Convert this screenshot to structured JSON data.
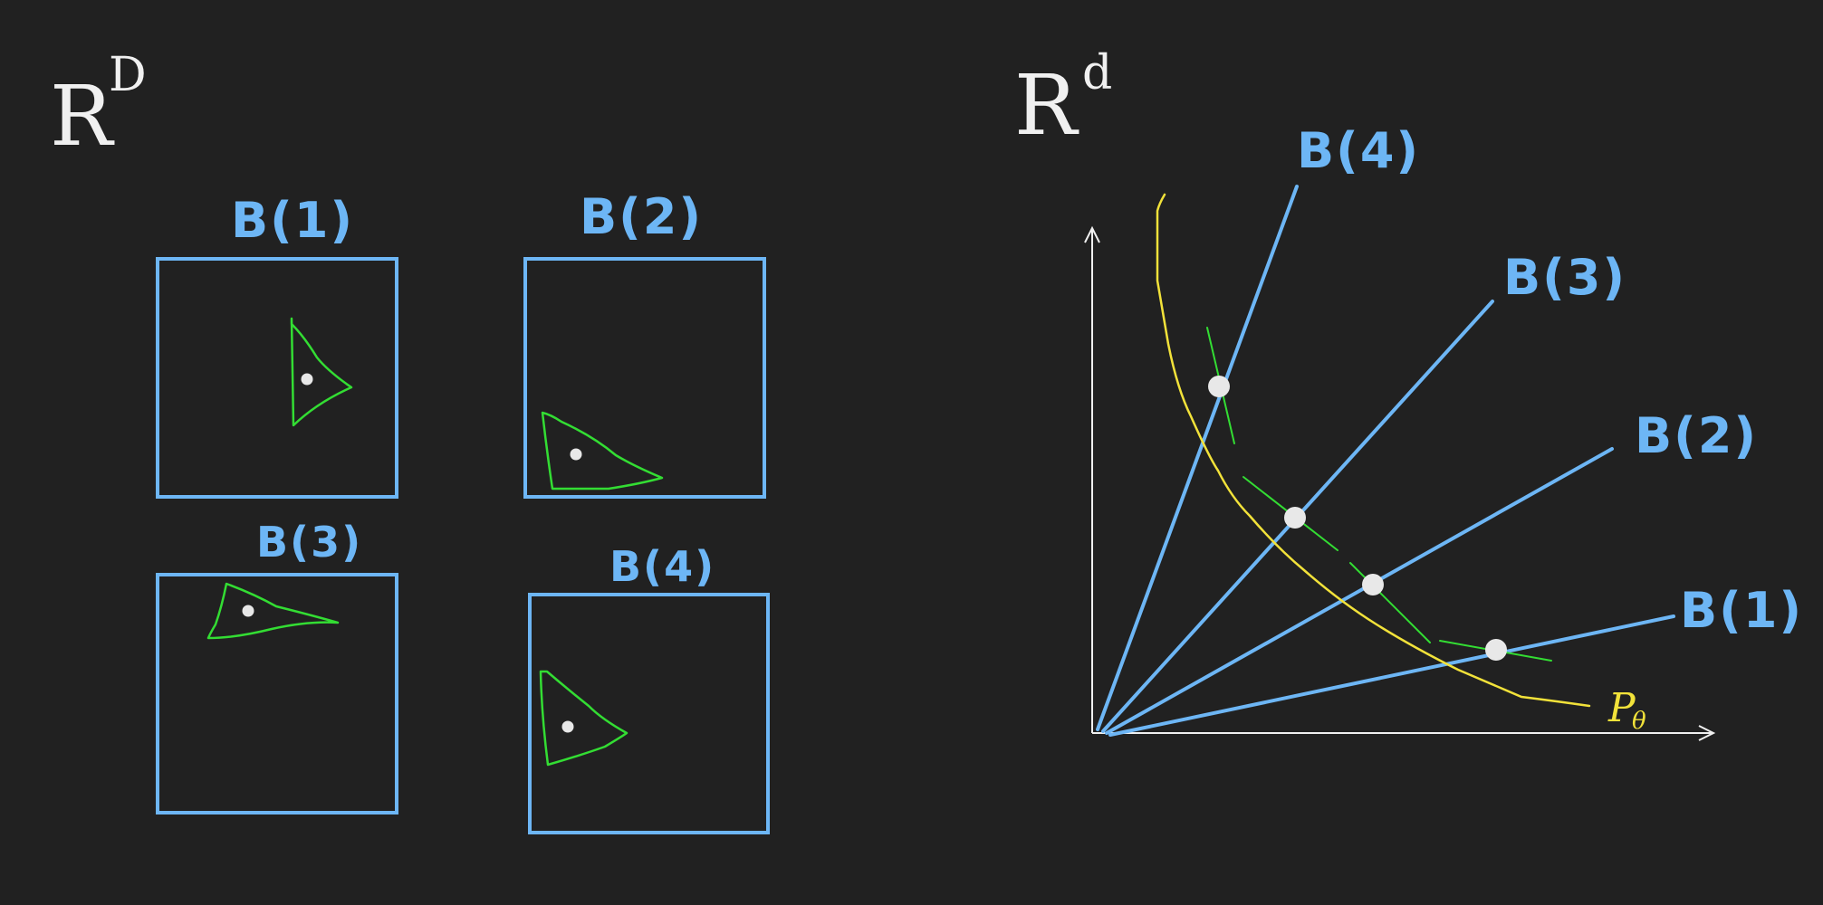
{
  "colors": {
    "background": "#212121",
    "box": "#6db6f5",
    "region": "#33dd33",
    "curve": "#f2e23a",
    "point": "#e8e8e8",
    "axis": "#f0f0f0",
    "space_text": "#f0f0f0"
  },
  "left_panel": {
    "space_label": "R",
    "space_exponent": "D",
    "boxes": [
      {
        "label": "B(1)"
      },
      {
        "label": "B(2)"
      },
      {
        "label": "B(3)"
      },
      {
        "label": "B(4)"
      }
    ]
  },
  "right_panel": {
    "space_label": "R",
    "space_exponent": "d",
    "curve_label": "P",
    "curve_label_subscript": "θ",
    "rays": [
      {
        "label": "B(4)"
      },
      {
        "label": "B(3)"
      },
      {
        "label": "B(2)"
      },
      {
        "label": "B(1)"
      }
    ]
  }
}
